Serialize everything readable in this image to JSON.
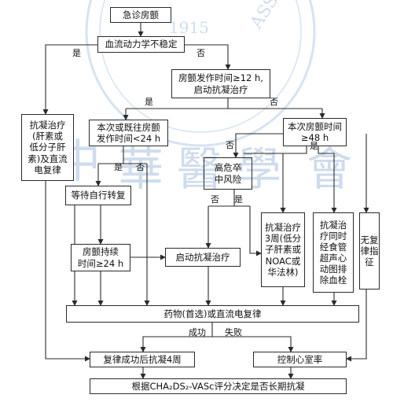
{
  "nodes": {
    "start": "急诊房颤",
    "unstable": "血流动力学不稳定",
    "duration12": "房颤发作时间≥12 h,\n启动抗凝治疗",
    "anticoag_cardiovert": "抗凝治疗\n(肝素或\n低分子肝\n素)及直流\n电复律",
    "episode_lt24": "本次或既往房颤\n发作时间<24 h",
    "episode_ge48": "本次房颤时间\n≥48 h",
    "high_risk_stroke": "高危卒\n中风险",
    "wait_convert": "等待自行转复",
    "persist24": "房颤持续\n时间≥24 h",
    "start_anticoag": "启动抗凝治疗",
    "anticoag3w": "抗凝治疗\n3周(低分\n子肝素或\nNOAC或\n华法林)",
    "tee": "抗凝治\n疗同时\n经食管\n超声心\n动图排\n除血栓",
    "no_cardiovert": "无复\n律指\n征",
    "drug_or_dc": "药物(首选)或直流电复律",
    "success_4w": "复律成功后抗凝4周",
    "rate_control": "控制心室率",
    "final": "根据CHA₂DS₂-VASc评分决定是否长期抗凝"
  },
  "edge_labels": {
    "yes": "是",
    "no": "否",
    "success": "成功",
    "fail": "失败"
  },
  "colors": {
    "line": "#2a2a2a",
    "watermark": "#c9d9ec"
  },
  "watermark_text": {
    "year": "1915",
    "assoc": "ASSOCIATION"
  }
}
